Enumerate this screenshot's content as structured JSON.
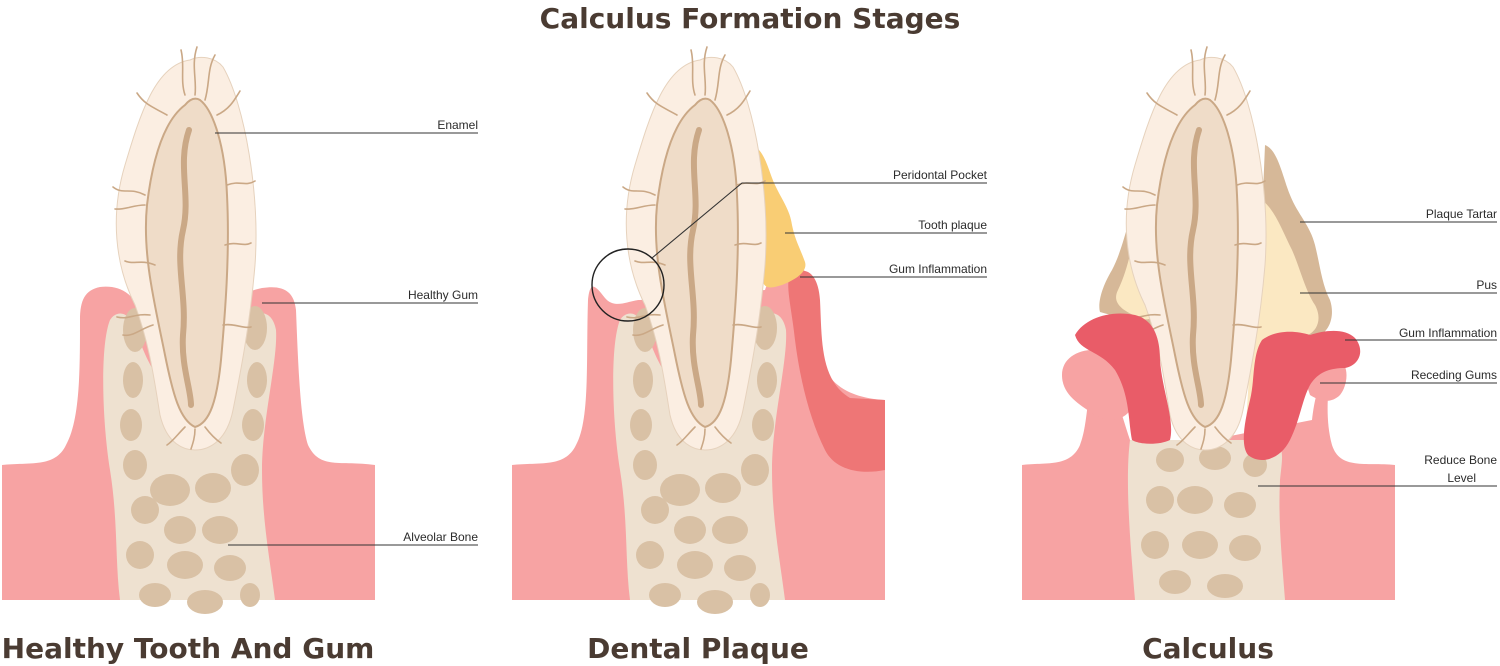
{
  "title": "Calculus Formation Stages",
  "panels": [
    {
      "title": "Healthy Tooth And Gum",
      "labels": {
        "enamel": "Enamel",
        "healthy_gum": "Healthy Gum",
        "alveolar_bone": "Alveolar Bone"
      }
    },
    {
      "title": "Dental Plaque",
      "labels": {
        "periodontal_pocket": "Peridontal Pocket",
        "tooth_plaque": "Tooth plaque",
        "gum_inflammation": "Gum Inflammation"
      }
    },
    {
      "title": "Calculus",
      "labels": {
        "plaque_tartar": "Plaque Tartar",
        "pus": "Pus",
        "gum_inflammation": "Gum Inflammation",
        "receding_gums": "Receding Gums",
        "reduce_bone_line1": "Reduce Bone",
        "reduce_bone_line2": "Level"
      }
    }
  ],
  "colors": {
    "gum": "#f7a3a3",
    "gum_dark": "#ee7676",
    "inflamed": "#e95c68",
    "bone": "#eee1d0",
    "bone_spot": "#d9c1a5",
    "enamel": "#fbeee2",
    "dentin": "#efdcc8",
    "nerve": "#caa886",
    "plaque": "#f9cd74",
    "tartar": "#d6b898",
    "pus": "#fbe8c2",
    "text_dark": "#4a3b32"
  }
}
